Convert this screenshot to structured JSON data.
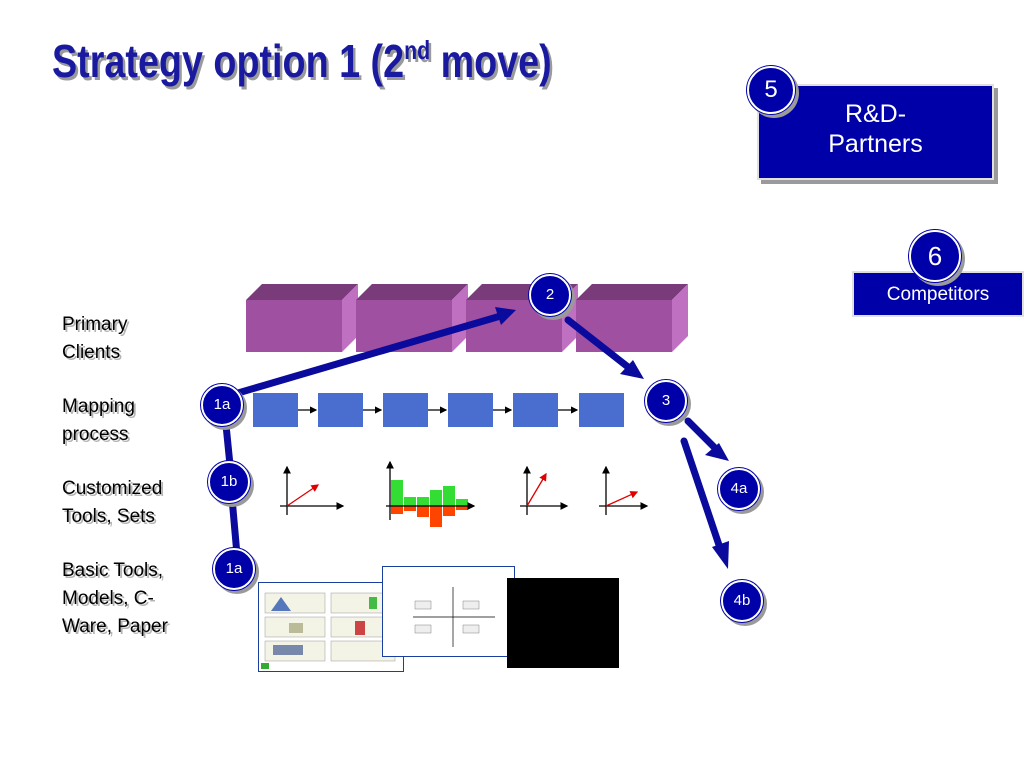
{
  "title": {
    "main": "Strategy option 1 (2",
    "sup": "nd",
    "tail": " move)"
  },
  "layers": [
    {
      "line1": "Primary",
      "line2": "Clients"
    },
    {
      "line1": "Mapping",
      "line2": "process"
    },
    {
      "line1": "Customized",
      "line2": "Tools, Sets"
    },
    {
      "line1": "Basic Tools,",
      "line2": "Models, C-",
      "line3": "Ware, Paper"
    }
  ],
  "boxes": {
    "rd": {
      "number": "5",
      "line1": "R&D-",
      "line2": "Partners"
    },
    "competitors": {
      "number": "6",
      "label": "Competitors"
    }
  },
  "steps": [
    "1a",
    "1b",
    "1a",
    "2",
    "3",
    "4a",
    "4b"
  ],
  "colors": {
    "accent": "#0000a8",
    "title": "#1a1aa0",
    "client_block": "#9d4f9d",
    "process_box": "#4a6ed0"
  }
}
